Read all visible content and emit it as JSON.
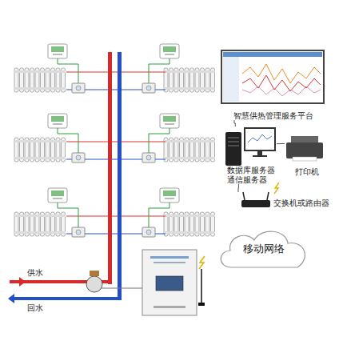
{
  "diagram": {
    "nodes": [
      {
        "text": [
          "智慧供热管理服务平台"
        ]
      },
      {
        "text": [
          "数据库服务器 通信服务器"
        ]
      },
      {
        "text": [
          "打印机"
        ]
      },
      {
        "text": [
          "交换机或路由器"
        ]
      },
      {
        "text": [
          "移动网络"
        ]
      }
    ],
    "edges": [
      {
        "from": 0,
        "to": 1,
        "arrow": "none"
      },
      {
        "from": 1,
        "to": 2,
        "arrow": "none"
      },
      {
        "from": 1,
        "to": 3,
        "arrow": "none"
      }
    ],
    "labels": [
      "供水",
      "回水"
    ]
  }
}
